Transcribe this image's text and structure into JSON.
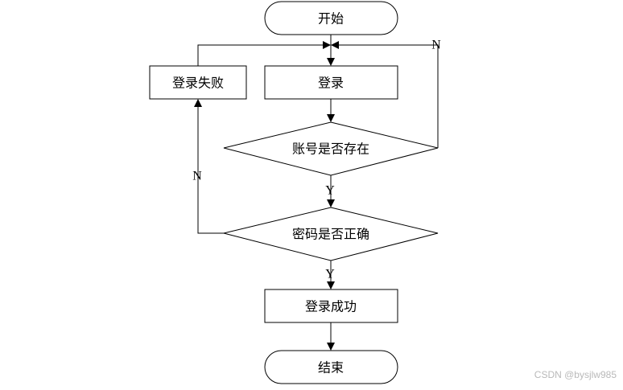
{
  "nodes": {
    "start": "开始",
    "login": "登录",
    "login_failed": "登录失败",
    "account_exists": "账号是否存在",
    "password_correct": "密码是否正确",
    "login_success": "登录成功",
    "end": "结束"
  },
  "edge_labels": {
    "account_no": "N",
    "account_yes": "Y",
    "password_no": "N",
    "password_yes": "Y"
  },
  "watermark": "CSDN @bysjlw985"
}
